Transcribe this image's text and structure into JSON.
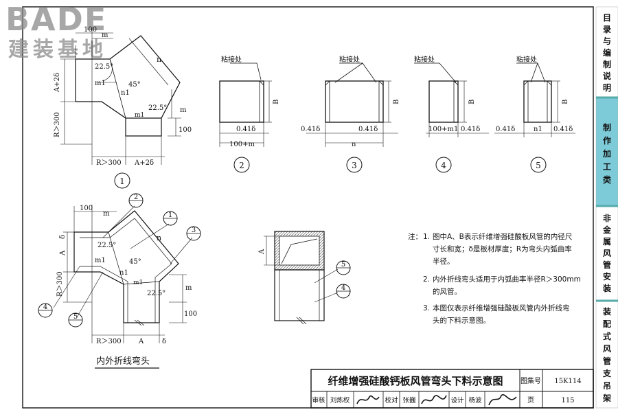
{
  "watermark": {
    "brand": "BADE",
    "sub": "建装基地"
  },
  "sidebar": [
    {
      "label": "目录与编制说明",
      "active": false
    },
    {
      "label": "制作加工类",
      "active": true
    },
    {
      "label": "非金属风管安装",
      "active": false
    },
    {
      "label": "装配式风管支吊架",
      "active": false
    }
  ],
  "fig1": {
    "num": "1",
    "dims": {
      "d100": "100",
      "m": "m",
      "n": "n",
      "n1": "n1",
      "m1": "m1",
      "a2d": "A+2δ",
      "r300": "R＞300",
      "a22": "22.5°",
      "a45": "45°",
      "d100b": "100",
      "mr": "m"
    }
  },
  "sections": {
    "label": "粘接处",
    "b": "B",
    "k041": "0.41δ",
    "s2": {
      "num": "2",
      "bottom": "100+m"
    },
    "s3": {
      "num": "3",
      "bottom": "n"
    },
    "s4": {
      "num": "4",
      "bottom": "100+m1"
    },
    "s5": {
      "num": "5",
      "bottom": "n1"
    }
  },
  "fig6": {
    "caption": "内外折线弯头",
    "dims": {
      "d100": "100",
      "m": "m",
      "n": "n",
      "n1": "n1",
      "m1": "m1",
      "a": "A",
      "delta": "δ",
      "r300": "R＞300",
      "a22": "22.5°",
      "a45": "45°",
      "d100b": "100",
      "mr": "m"
    },
    "callouts": [
      "1",
      "2",
      "3",
      "4",
      "5"
    ]
  },
  "cross": {
    "a": "A",
    "c5": "5",
    "c4": "4"
  },
  "notes": {
    "prefix": "注：",
    "items": [
      {
        "num": "1.",
        "lines": [
          "图中A、B表示纤维增强硅酸板风管的内径尺",
          "寸长和宽；δ是板材厚度；R为弯头内弧曲率",
          "半径。"
        ]
      },
      {
        "num": "2.",
        "lines": [
          "内外折线弯头适用于内弧曲率半径R＞300mm",
          "的风管。"
        ]
      },
      {
        "num": "3.",
        "lines": [
          "本图仅表示纤维增强硅酸板风管内外折线弯",
          "头的下料示意图。"
        ]
      }
    ]
  },
  "titleblock": {
    "title": "纤维增强硅酸钙板风管弯头下料示意图",
    "atlas_label": "图集号",
    "atlas_no": "15K114",
    "page_label": "页",
    "page_no": "115",
    "review_label": "审核",
    "reviewer": "刘炼权",
    "check_label": "校对",
    "checker": "张巍",
    "design_label": "设计",
    "designer": "杨波"
  }
}
